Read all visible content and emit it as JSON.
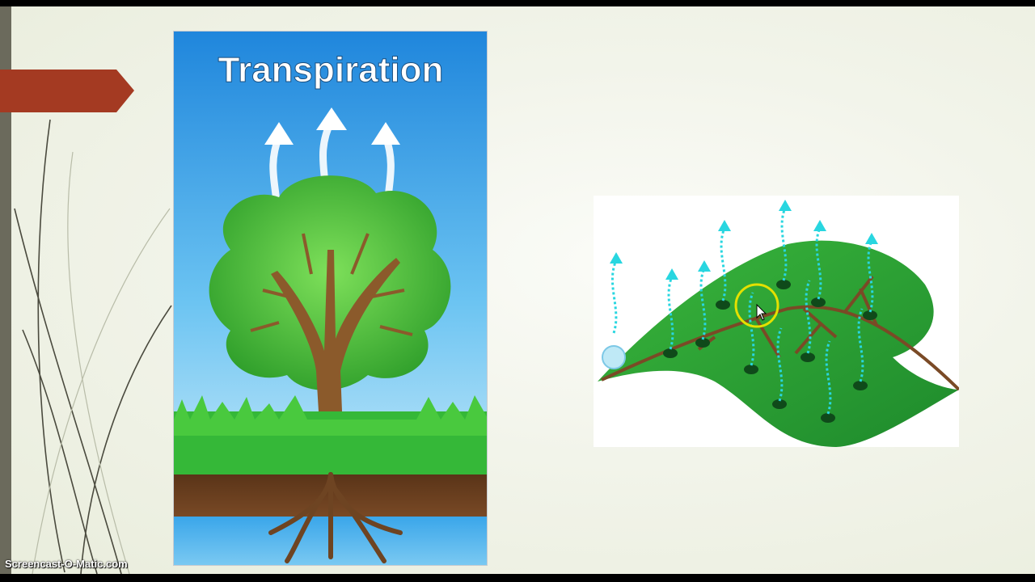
{
  "slide": {
    "image1": {
      "title": "Transpiration",
      "icon": "tree-transpiration-illustration"
    },
    "image2": {
      "icon": "leaf-stomata-illustration"
    },
    "pointer": {
      "icon": "cursor-highlight-icon"
    }
  },
  "watermark": {
    "text": "Screencast-O-Matic.com"
  },
  "colors": {
    "accent_tab": "#a43a22",
    "sky": "#3aa0e8",
    "leaf": "#2fa838",
    "vapor": "#28d6e0"
  }
}
